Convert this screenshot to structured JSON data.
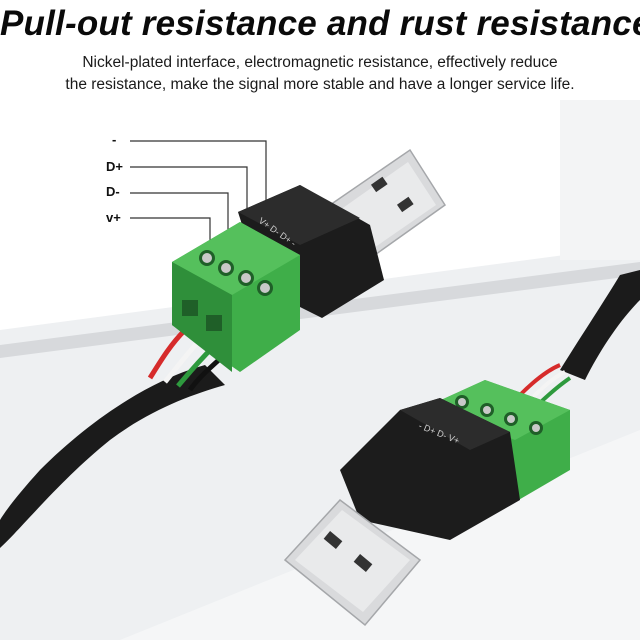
{
  "headline": "Pull-out resistance and rust resistance",
  "description": {
    "line1": "Nickel-plated interface, electromagnetic resistance, effectively reduce",
    "line2": "the resistance, make the signal more stable and have a longer service life."
  },
  "pin_labels": {
    "minus": "-",
    "dplus": "D+",
    "dminus": "D-",
    "vplus": "v+"
  },
  "connector_marks": {
    "upper": "V+ D- D+ -",
    "lower": "- D+ D- V+"
  },
  "colors": {
    "terminal_green": "#3fae49",
    "housing_black": "#1c1c1c",
    "plug_metal": "#d9dadc",
    "wire_red": "#d62b2b",
    "wire_white": "#f4f4f4",
    "wire_green": "#2e9a3e",
    "background_stripe": "#e9eaec"
  }
}
